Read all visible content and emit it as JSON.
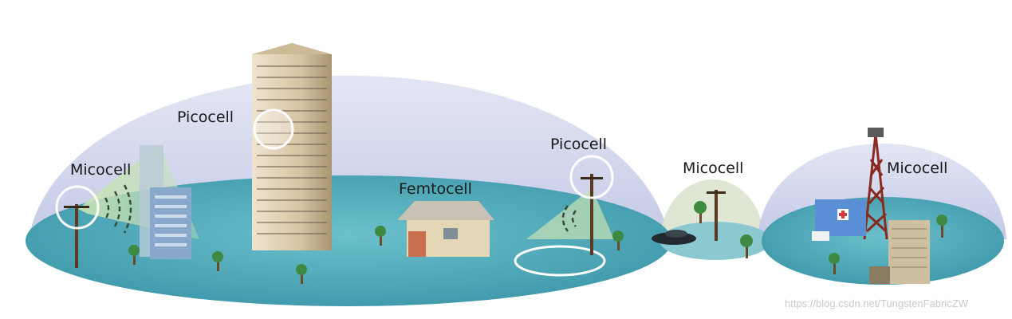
{
  "labels": {
    "micocell_left": "Micocell",
    "picocell_tower": "Picocell",
    "femtocell": "Femtocell",
    "picocell_pole": "Picocell",
    "micocell_mid": "Micocell",
    "micocell_right": "Micocell"
  },
  "watermark": "https://blog.csdn.net/TungstenFabricZW",
  "colors": {
    "dome": "#c9cfe8",
    "ground": "#4ea9b8",
    "beam": "#b8d8a8",
    "highlight_ring": "#ffffff",
    "tree": "#3f8a43"
  }
}
